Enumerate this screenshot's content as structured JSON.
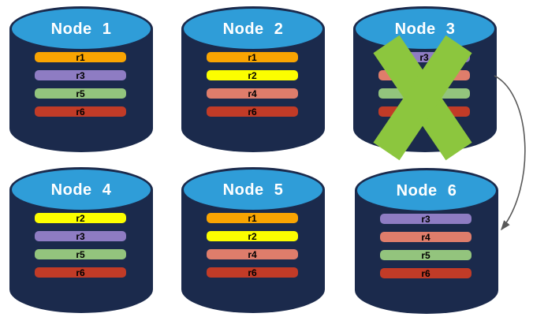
{
  "diagram": {
    "background": "#FFFFFF",
    "cylinder": {
      "body_color": "#1B2A4C",
      "top_color": "#2F9DD8",
      "title_color": "#FFFFFF"
    },
    "nodes": [
      {
        "title": "Node 1",
        "failed": false,
        "replicas": [
          {
            "label": "r1",
            "color": "#F9A402"
          },
          {
            "label": "r3",
            "color": "#8E7CC3"
          },
          {
            "label": "r5",
            "color": "#93C47D"
          },
          {
            "label": "r6",
            "color": "#C13B27"
          }
        ]
      },
      {
        "title": "Node 2",
        "failed": false,
        "replicas": [
          {
            "label": "r1",
            "color": "#F9A402"
          },
          {
            "label": "r2",
            "color": "#FCFE00"
          },
          {
            "label": "r4",
            "color": "#DF7D6B"
          },
          {
            "label": "r6",
            "color": "#C13B27"
          }
        ]
      },
      {
        "title": "Node 3",
        "failed": true,
        "replicas": [
          {
            "label": "r3",
            "color": "#8E7CC3"
          },
          {
            "label": "r4",
            "color": "#DF7D6B"
          },
          {
            "label": "r5",
            "color": "#93C47D"
          },
          {
            "label": "r6",
            "color": "#C13B27"
          }
        ]
      },
      {
        "title": "Node 4",
        "failed": false,
        "replicas": [
          {
            "label": "r2",
            "color": "#FCFE00"
          },
          {
            "label": "r3",
            "color": "#8E7CC3"
          },
          {
            "label": "r5",
            "color": "#93C47D"
          },
          {
            "label": "r6",
            "color": "#C13B27"
          }
        ]
      },
      {
        "title": "Node 5",
        "failed": false,
        "replicas": [
          {
            "label": "r1",
            "color": "#F9A402"
          },
          {
            "label": "r2",
            "color": "#FCFE00"
          },
          {
            "label": "r4",
            "color": "#DF7D6B"
          },
          {
            "label": "r6",
            "color": "#C13B27"
          }
        ]
      },
      {
        "title": "Node 6",
        "failed": false,
        "replicas": [
          {
            "label": "r3",
            "color": "#8E7CC3"
          },
          {
            "label": "r4",
            "color": "#DF7D6B"
          },
          {
            "label": "r5",
            "color": "#93C47D"
          },
          {
            "label": "r6",
            "color": "#C13B27"
          }
        ]
      }
    ],
    "overlay": {
      "x_icon_color": "#8CC63E",
      "arrow_color": "#595959",
      "arrow_from_node": "Node 3",
      "arrow_to_node": "Node 6"
    }
  }
}
